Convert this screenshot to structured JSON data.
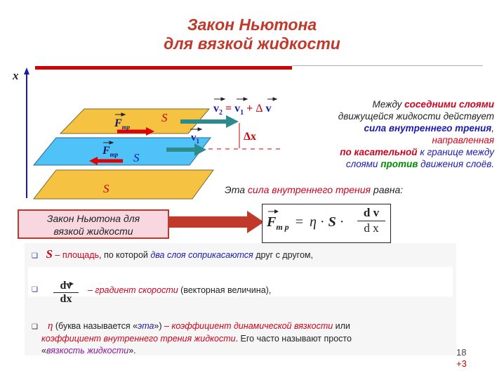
{
  "title": {
    "line1": "Закон Ньютона",
    "line2": "для вязкой жидкости"
  },
  "diagram": {
    "axis_label": "x",
    "plate_labels": [
      "S",
      "S",
      "S"
    ],
    "force_label": "F",
    "force_sub": "тр",
    "v_formula": {
      "v2": "v",
      "sub2": "2",
      "eq": "=",
      "v1": "v",
      "sub1": "1",
      "plus": "+",
      "delta": "Δ",
      "v": "v"
    },
    "v1_label": "v",
    "v1_sub": "1",
    "dx_label": "Δx"
  },
  "description": {
    "l1_a": "Между ",
    "l1_b": "соседними слоями",
    "l2": "движущейся жидкости действует",
    "l3_a": "сила внутреннего трения",
    "l3_b": ",",
    "l4": "направленная",
    "l5_a": "по касательной",
    "l5_b": " к границе между",
    "l6_a": "слоями ",
    "l6_b": "против",
    "l6_c": " движения слоёв."
  },
  "equal_text": {
    "a": "Эта ",
    "b": "сила внутреннего трения",
    "c": " равна:"
  },
  "callout": {
    "line1": "Закон Ньютона для",
    "line2": "вязкой жидкости"
  },
  "formula": {
    "F": "F",
    "sub": "т р",
    "eq": "=",
    "eta": "η",
    "dot1": "·",
    "S": "S",
    "dot2": "·",
    "num": "d v",
    "den": "d x"
  },
  "bullets": {
    "b1": {
      "symbol": "S",
      "dash": " – ",
      "a": "площадь",
      "b": ", по которой ",
      "c": "два слоя соприкасаются",
      "d": " друг с другом,"
    },
    "b2": {
      "num": "dv",
      "den": "dx",
      "a": "– градиент скорости",
      "b": " (векторная величина),"
    },
    "b3": {
      "eta": "η",
      "a": " (буква называется «",
      "b": "эта",
      "c": "») ",
      "d": "– коэффициент динамической вязкости",
      "e": " или",
      "f": "коэффициент внутреннего трения жидкости",
      "g": ". Его часто называют просто",
      "h": "«",
      "i": "вязкость жидкости",
      "j": "»."
    }
  },
  "page": {
    "number": "18",
    "extra": "+3"
  }
}
